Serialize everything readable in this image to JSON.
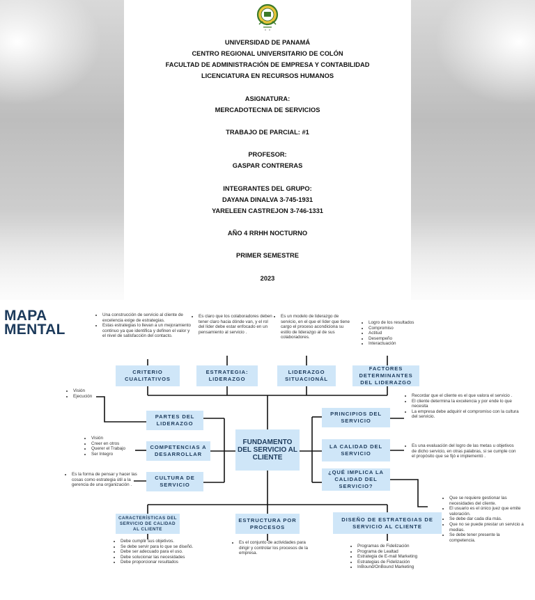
{
  "cover": {
    "university": "UNIVERSIDAD DE PANAMÁ",
    "center": "CENTRO REGIONAL UNIVERSITARIO DE COLÓN",
    "faculty": "FACULTAD DE ADMINISTRACIÓN DE EMPRESA Y CONTABILIDAD",
    "degree": "LICENCIATURA EN RECURSOS HUMANOS",
    "subject_label": "ASIGNATURA:",
    "subject": "MERCADOTECNIA DE SERVICIOS",
    "work": "TRABAJO DE PARCIAL: #1",
    "professor_label": "PROFESOR:",
    "professor": "GASPAR CONTRERAS",
    "members_label": "INTEGRANTES DEL GRUPO:",
    "member1": "DAYANA DINALVA  3-745-1931",
    "member2": "YARELEEN CASTREJON 3-746-1331",
    "year": "AÑO 4 RRHH NOCTURNO",
    "semester": "PRIMER SEMESTRE",
    "date": "2023",
    "seal_icon": "university-seal-icon"
  },
  "map": {
    "title_line1": "MAPA",
    "title_line2": "MENTAL",
    "center": "FUNDAMENTO DEL SERVICIO AL CLIENTE",
    "top": [
      {
        "label": "CRITERIO CUALITATIVOS",
        "notes": [
          "Una construcción de servicio al cliente de excelencia exige de estrategias.",
          "Estas estrategias lo llevan a un mejoramiento continuo ya que identifica y definen el valor y el nivel de satisfacción del contacto."
        ]
      },
      {
        "label": "ESTRATEGIA: LIDERAZGO",
        "notes": [
          "Es claro que los colaboradores deben tener claro hacia dónde van, y el rol del líder debe estar enfocado en un pensamiento al servicio ."
        ]
      },
      {
        "label": "LIDERAZGO SITUACIONÁL",
        "notes": [
          "Es un modelo de liderazgo de servicio, en el que el líder que tiene cargo el proceso acondiciona su estilo de liderazgo al de sus colaboradores."
        ]
      },
      {
        "label": "FACTORES DETERMINANTES DEL LIDERAZGO",
        "notes": [
          "Logro de los resultados",
          "Compromiso",
          "Actitud",
          "Desempeño",
          "Interactuación"
        ]
      }
    ],
    "left": [
      {
        "label": "PARTES DEL LIDERAZGO",
        "notes": [
          "Visión",
          "Ejecución"
        ]
      },
      {
        "label": "COMPETENCIAS A DESARROLLAR",
        "notes": [
          "Visión",
          "Creer en otros",
          "Querer el Trabajo",
          "Ser Integro"
        ]
      },
      {
        "label": "CULTURA DE SERVICIO",
        "notes": [
          "Es la forma de pensar y hacer las cosas como estrategia útil a la gerencia de una organización ."
        ]
      }
    ],
    "right": [
      {
        "label": "PRINCIPIOS DEL SERVICIO",
        "notes": [
          "Recordar  que el cliente es el que valora el servicio .",
          "El  cliente  determina la excelencia y por ende lo que necesita",
          " La empresa debe adquirir el compromiso con la cultura del servicio."
        ]
      },
      {
        "label": "LA CALIDAD DEL SERVICIO",
        "notes": [
          "Es una evaluación del logro de las metas u objetivos de dicho servicio, en otras palabras, si se cumple con el propósito que se fijó e implementó ."
        ]
      },
      {
        "label": "¿QUÉ IMPLICA LA CALIDAD DEL SERVICIO?",
        "notes": [
          "Que se requiere gestionar las necesidades del cliente.",
          "El usuario es el único juez que emite valoración.",
          "Se debe dar cada día más.",
          "Que no se puede prestar un servicio a medias.",
          "Se debe tener presente la competencia."
        ]
      }
    ],
    "bottom": [
      {
        "label": "CARACTERÍSTICAS DEL SERVICIO DE CALIDAD AL CLIENTE",
        "notes": [
          "Debe cumplir sus objetivos.",
          "Se debe  servir para lo que se diseñó.",
          "Debe ser adecuado para el uso.",
          " Debe solucionar las necesidades",
          "Debe proporcionar resultados"
        ]
      },
      {
        "label": "ESTRUCTURA POR PROCESOS",
        "notes": [
          "Es el conjunto de actividades para dirigir y controlar los procesos de la empresa."
        ]
      },
      {
        "label": "DISEÑO DE ESTRATEGIAS DE SERVICIO AL CLIENTE",
        "notes": [
          "Programas de Fidelización",
          "Programa de Lealtad",
          "Estrategia de E-mail Marketing",
          "Estrategias de Fidelización",
          "InBound/OnBound Marketing"
        ]
      }
    ]
  }
}
